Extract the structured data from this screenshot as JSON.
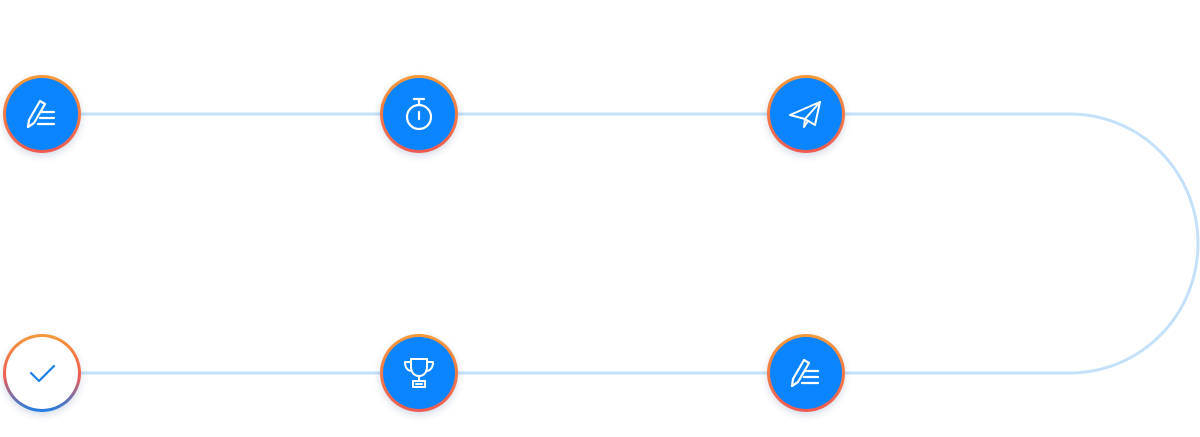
{
  "track": {
    "line_color": "#c5e0fa"
  },
  "steps": [
    {
      "name": "step-1",
      "icon": "pencil-list-icon",
      "state": "filled",
      "fill_color": "#0a84ff"
    },
    {
      "name": "step-2",
      "icon": "stopwatch-icon",
      "state": "filled",
      "fill_color": "#0a84ff"
    },
    {
      "name": "step-3",
      "icon": "paper-plane-icon",
      "state": "filled",
      "fill_color": "#0a84ff"
    },
    {
      "name": "step-4",
      "icon": "pencil-list-icon",
      "state": "filled",
      "fill_color": "#0a84ff"
    },
    {
      "name": "step-5",
      "icon": "trophy-icon",
      "state": "filled",
      "fill_color": "#0a84ff"
    },
    {
      "name": "step-6",
      "icon": "checkmark-icon",
      "state": "outlined",
      "fill_color": "#ffffff"
    }
  ],
  "colors": {
    "accent": "#0a84ff",
    "ring_top": "#f59a3a",
    "ring_bottom": "#ee5a52",
    "check": "#1e7ee6"
  }
}
